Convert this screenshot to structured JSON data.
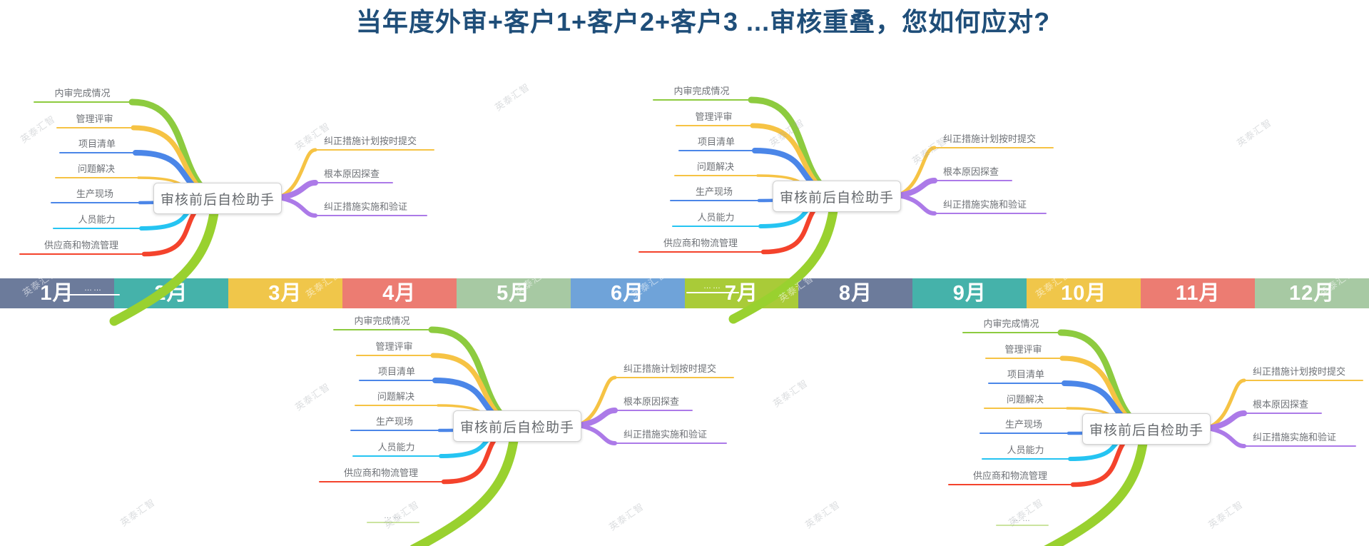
{
  "title": {
    "text": "当年度外审+客户1+客户2+客户3 ...审核重叠，您如何应对?",
    "color": "#1F4E79"
  },
  "watermark": {
    "text": "英泰汇智"
  },
  "timeline": {
    "months": [
      {
        "label": "1月",
        "color": "#6C7B9B"
      },
      {
        "label": "2月",
        "color": "#45B2AA"
      },
      {
        "label": "3月",
        "color": "#F0C64A"
      },
      {
        "label": "4月",
        "color": "#EC7C72"
      },
      {
        "label": "5月",
        "color": "#A7C9A3"
      },
      {
        "label": "6月",
        "color": "#6FA3D9"
      },
      {
        "label": "7月",
        "color": "#A9CB38"
      },
      {
        "label": "8月",
        "color": "#6C7B9B"
      },
      {
        "label": "9月",
        "color": "#45B2AA"
      },
      {
        "label": "10月",
        "color": "#F0C64A"
      },
      {
        "label": "11月",
        "color": "#EC7C72"
      },
      {
        "label": "12月",
        "color": "#A7C9A3"
      }
    ]
  },
  "mindmap": {
    "center": "审核前后自检助手",
    "left_branches": [
      {
        "label": "内审完成情况",
        "color": "#8DCB3F"
      },
      {
        "label": "管理评审",
        "color": "#F6C344"
      },
      {
        "label": "项目清单",
        "color": "#4B86E8"
      },
      {
        "label": "问题解决",
        "color": "#F6C344"
      },
      {
        "label": "生产现场",
        "color": "#4B86E8"
      },
      {
        "label": "人员能力",
        "color": "#25C4F2"
      },
      {
        "label": "供应商和物流管理",
        "color": "#F4432C"
      }
    ],
    "ellipsis_label": "……",
    "ellipsis_color": "#99D12F",
    "right_branches": [
      {
        "label": "纠正措施计划按时提交",
        "color": "#F6C344"
      },
      {
        "label": "根本原因探查",
        "color": "#AC7AE8"
      },
      {
        "label": "纠正措施实施和验证",
        "color": "#AC7AE8"
      }
    ]
  }
}
